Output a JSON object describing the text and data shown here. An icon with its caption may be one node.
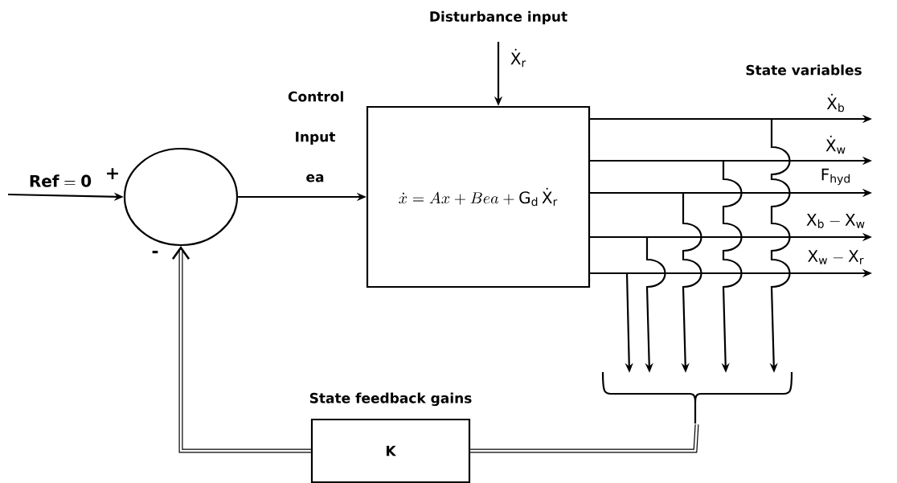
{
  "diagram": {
    "nodes": [
      {
        "text": [],
        "shape": "circle"
      },
      {
        "text": [
          "\\dot{x} = Ax + Bea + \\mathrm{G}_\\mathrm{d}\\,\\dot{\\mathrm{X}}_\\mathrm{r}"
        ]
      },
      {
        "text": [
          "State feedback gains",
          "K"
        ]
      },
      {
        "text": [],
        "shape": "brace"
      }
    ],
    "edges": [
      {
        "from": null,
        "to": 0,
        "arrow": "to",
        "label": "\\mathbf{Ref = 0}"
      },
      {
        "from": 0,
        "to": 1,
        "arrow": "to",
        "label": "Control Input ea"
      },
      {
        "from": null,
        "to": 1,
        "arrow": "to",
        "label": "\\dot{\\mathrm{X}}_\\mathrm{r}"
      },
      {
        "from": 1,
        "to": null,
        "arrow": "to",
        "label": "\\dot{\\mathrm{X}}_\\mathrm{b}"
      },
      {
        "from": 1,
        "to": null,
        "arrow": "to",
        "label": "\\dot{\\mathrm{X}}_\\mathrm{w}"
      },
      {
        "from": 1,
        "to": null,
        "arrow": "to",
        "label": "\\mathrm{F}_\\mathrm{hyd}"
      },
      {
        "from": 1,
        "to": null,
        "arrow": "to",
        "label": "\\mathrm{X}_\\mathrm{b} - \\mathrm{X}_\\mathrm{w}"
      },
      {
        "from": 1,
        "to": null,
        "arrow": "to",
        "label": "\\mathrm{X}_\\mathrm{w} - \\mathrm{X}_\\mathrm{r}"
      },
      {
        "from": 1,
        "to": 3,
        "arrow": "to"
      },
      {
        "from": 1,
        "to": 3,
        "arrow": "to"
      },
      {
        "from": 1,
        "to": 3,
        "arrow": "to"
      },
      {
        "from": 1,
        "to": 3,
        "arrow": "to"
      },
      {
        "from": 1,
        "to": 3,
        "arrow": "to"
      },
      {
        "from": 3,
        "to": 2,
        "arrow": "none",
        "style": "thick"
      },
      {
        "from": 2,
        "to": 0,
        "arrow": "to",
        "style": "thick"
      }
    ],
    "labels": [
      "Disturbance input",
      "State variables",
      "+",
      "-"
    ]
  }
}
